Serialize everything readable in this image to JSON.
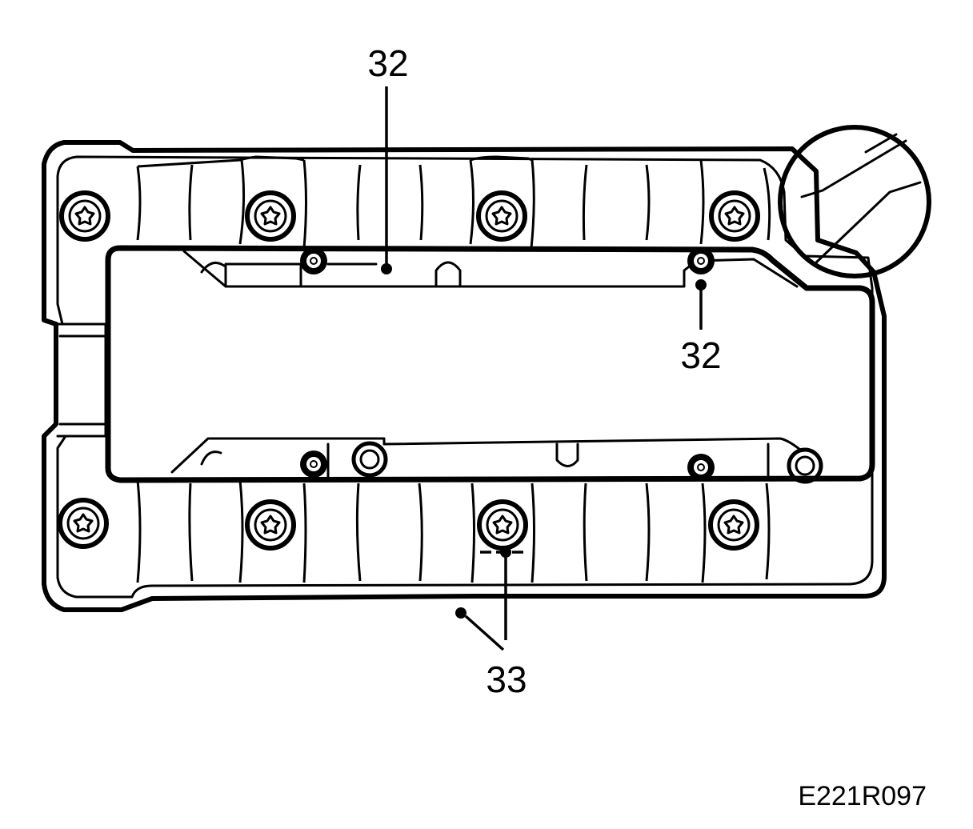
{
  "callouts": {
    "top_32": "32",
    "right_32": "32",
    "bottom_33": "33"
  },
  "figure_code": "E221R097",
  "colors": {
    "ink": "#000000",
    "paper": "#ffffff"
  },
  "icons": {
    "bolt": "torx-bolt-icon",
    "cap": "oil-filler-cap-icon"
  }
}
